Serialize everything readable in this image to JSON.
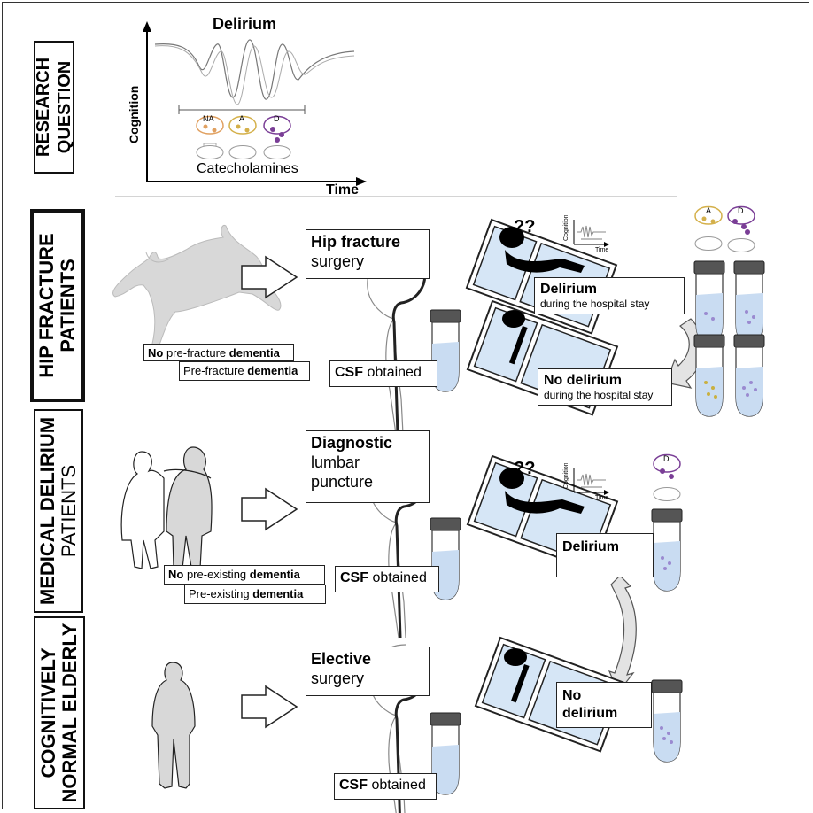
{
  "research_question": {
    "label": "RESEARCH QUESTION",
    "graph_title": "Delirium",
    "y_label": "Cognition",
    "x_label": "Time",
    "catecholamines": "Catecholamines",
    "neuron_labels": [
      "NA",
      "A",
      "D"
    ]
  },
  "hip_fracture": {
    "label_bold": "HIP FRACTURE",
    "label_normal": "PATIENTS",
    "no_dementia": {
      "a": "No",
      "b": " pre-fracture ",
      "c": "dementia"
    },
    "dementia": {
      "a": "Pre-fracture ",
      "b": "dementia"
    },
    "procedure_bold": "Hip fracture",
    "procedure_normal": "surgery",
    "csf_bold": "CSF",
    "csf_normal": " obtained",
    "delirium_title": "Delirium",
    "delirium_sub": "during the hospital stay",
    "no_delirium_title": "No delirium",
    "no_delirium_sub": "during the hospital stay",
    "mini_y": "Cognition",
    "mini_x": "Time",
    "neuron_labels": [
      "A",
      "D"
    ]
  },
  "medical_delirium": {
    "label_bold": "MEDICAL DELIRIUM",
    "label_normal": "PATIENTS",
    "no_dementia": {
      "a": "No",
      "b": " pre-existing ",
      "c": "dementia"
    },
    "dementia": {
      "a": "Pre-existing ",
      "b": "dementia"
    },
    "procedure_bold": "Diagnostic",
    "procedure_line2": "lumbar",
    "procedure_line3": "puncture",
    "csf_bold": "CSF",
    "csf_normal": " obtained",
    "delirium_title": "Delirium",
    "mini_y": "Cognition",
    "mini_x": "Time",
    "neuron_label": "D"
  },
  "cognitively_normal": {
    "label_line1": "COGNITIVELY",
    "label_line2": "NORMAL ELDERLY",
    "procedure_bold": "Elective",
    "procedure_normal": "surgery",
    "csf_bold": "CSF",
    "csf_normal": " obtained",
    "no_delirium_l1": "No",
    "no_delirium_l2": "delirium"
  },
  "colors": {
    "bed_fill": "#d6e6f6",
    "tube_liquid": "#c9dcf2",
    "cap": "#555555",
    "norad": "#e0a060",
    "adren": "#d4b04a",
    "dopa": "#7a3e96",
    "silhouette": "#d8d8d8",
    "arrow_gray": "#d0d0d0"
  }
}
